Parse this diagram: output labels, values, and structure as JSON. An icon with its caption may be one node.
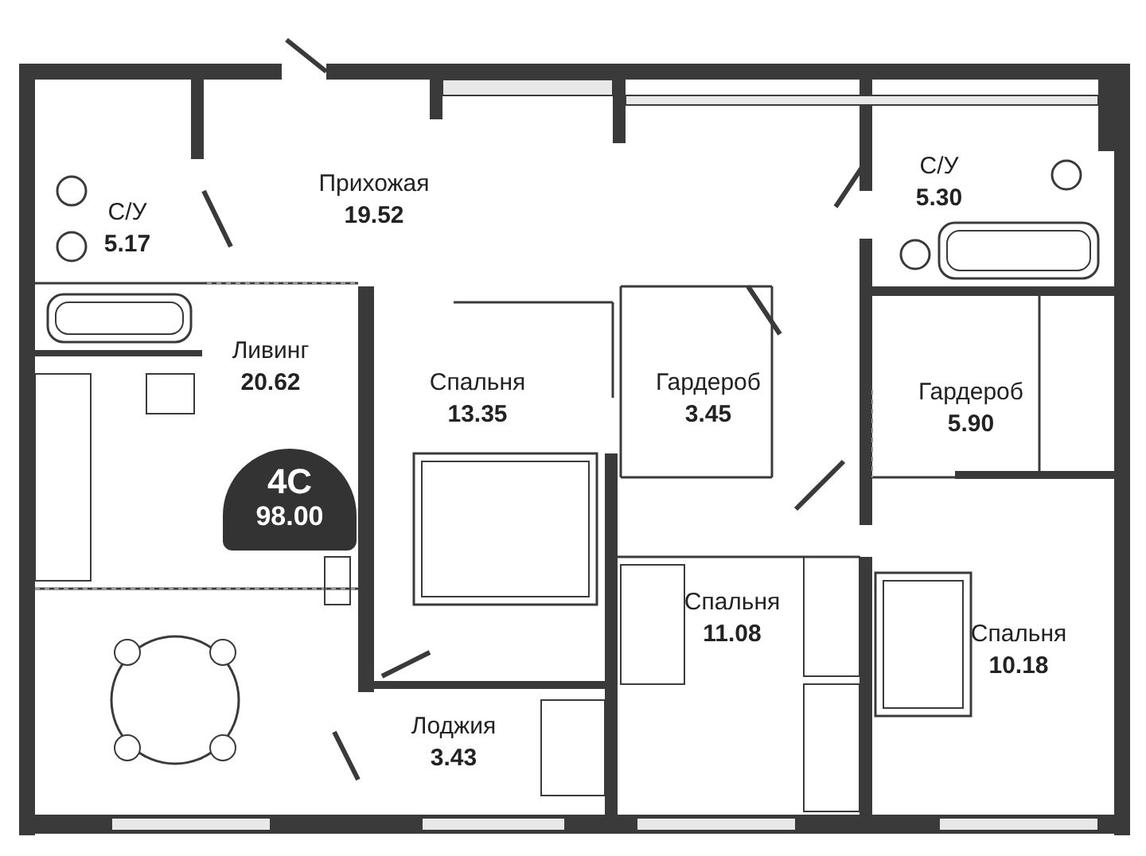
{
  "diagram": {
    "nodes": [
      {
        "text": [
          "4С",
          "98.00"
        ]
      }
    ],
    "labels": [
      "С/У",
      "5.17",
      "Прихожая",
      "19.52",
      "С/У",
      "5.30",
      "Ливинг",
      "20.62",
      "Спальня",
      "13.35",
      "Гардероб",
      "3.45",
      "Гардероб",
      "5.90",
      "Спальня",
      "11.08",
      "Спальня",
      "10.18",
      "Лоджия",
      "3.43"
    ]
  }
}
